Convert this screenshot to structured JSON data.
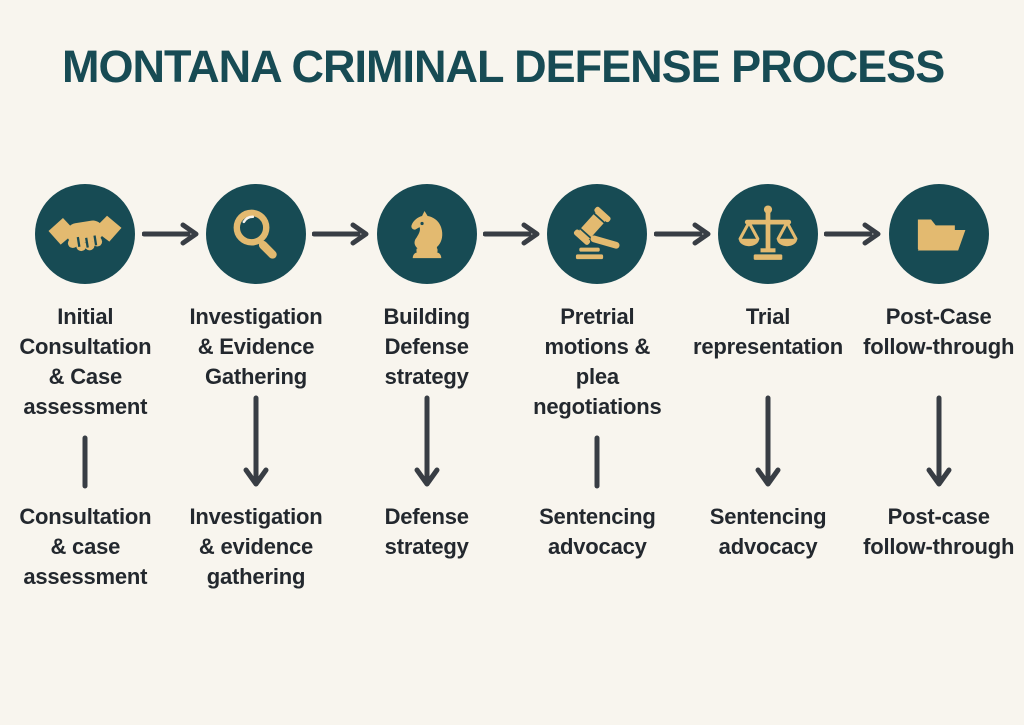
{
  "title": "MONTANA CRIMINAL DEFENSE PROCESS",
  "colors": {
    "background": "#f8f5ee",
    "teal": "#174b54",
    "gold": "#e3ba70",
    "ink": "#23282e",
    "arrow": "#383d44"
  },
  "flow": {
    "between_step_icon": "right-arrow",
    "steps": [
      {
        "icon": "handshake",
        "title": "Initial\nConsultation\n& Case\nassessment",
        "connector": "vertical-line",
        "substep": "Consultation\n& case\nassessment"
      },
      {
        "icon": "magnifying-glass",
        "title": "Investigation\n& Evidence\nGathering",
        "connector": "down-arrow",
        "substep": "Investigation\n& evidence\ngathering"
      },
      {
        "icon": "chess-knight",
        "title": "Building\nDefense\nstrategy",
        "connector": "down-arrow",
        "substep": "Defense\nstrategy"
      },
      {
        "icon": "gavel",
        "title": "Pretrial\nmotions &\nplea\nnegotiations",
        "connector": "vertical-line",
        "substep": "Sentencing\nadvocacy"
      },
      {
        "icon": "scales-of-justice",
        "title": "Trial\nrepresentation",
        "connector": "down-arrow",
        "substep": "Sentencing\nadvocacy"
      },
      {
        "icon": "folder",
        "title": "Post-Case\nfollow-through",
        "connector": "down-arrow",
        "substep": "Post-case\nfollow-through"
      }
    ]
  }
}
